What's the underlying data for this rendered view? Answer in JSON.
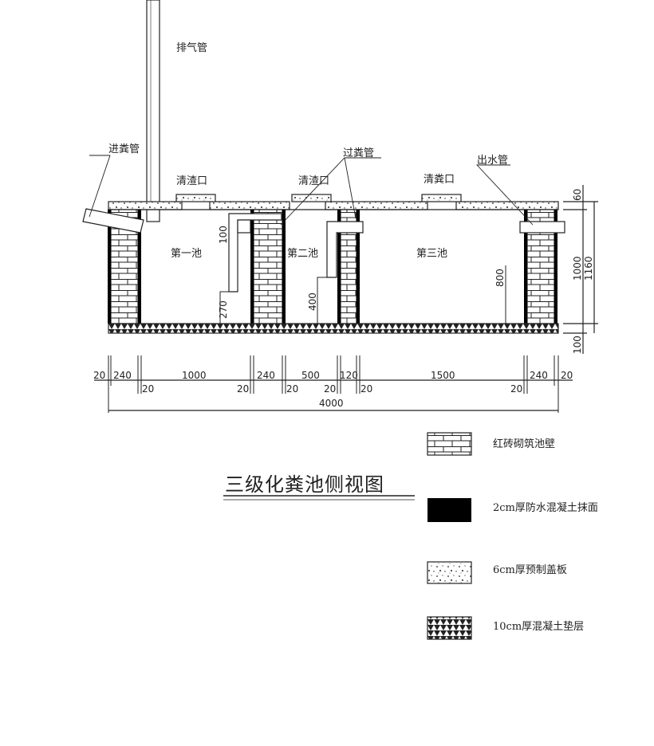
{
  "labels": {
    "vent_pipe": "排气管",
    "inlet_pipe": "进粪管",
    "clean_port_1": "清渣口",
    "clean_port_2": "清渣口",
    "clean_port_3": "清粪口",
    "transfer_pipe": "过粪管",
    "outlet_pipe": "出水管",
    "chamber_1": "第一池",
    "chamber_2": "第二池",
    "chamber_3": "第三池"
  },
  "inner_dims": {
    "d100": "100",
    "d270": "270",
    "d400": "400",
    "d800": "800"
  },
  "right_dims": {
    "d60": "60",
    "d1000": "1000",
    "d1160": "1160",
    "d100": "100"
  },
  "bottom_dims": {
    "row1": [
      "20",
      "240",
      "1000",
      "240",
      "500",
      "120",
      "1500",
      "240",
      "20"
    ],
    "row2": [
      "20",
      "20",
      "20",
      "20",
      "20",
      "20"
    ],
    "total": "4000"
  },
  "title": "三级化粪池侧视图",
  "legend": [
    {
      "text": "红砖砌筑池壁",
      "swatch": "brick-icon"
    },
    {
      "text": "2cm厚防水混凝土抹面",
      "swatch": "solid-black-icon"
    },
    {
      "text": "6cm厚预制盖板",
      "swatch": "precast-slab-icon"
    },
    {
      "text": "10cm厚混凝土垫层",
      "swatch": "concrete-bedding-icon"
    }
  ],
  "colors": {
    "line": "#222222",
    "fill": "#ffffff",
    "solid": "#000000"
  }
}
